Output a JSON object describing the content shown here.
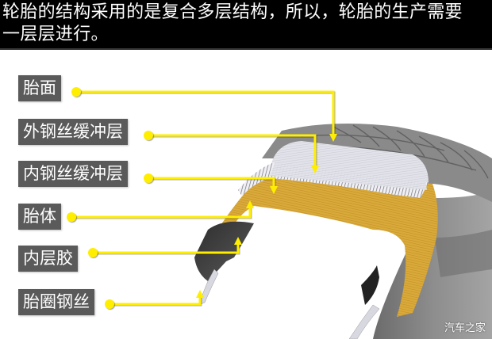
{
  "header": {
    "line1": "轮胎的结构采用的是复合多层结构，所以，轮胎的生产需要",
    "line2": "一层层进行。"
  },
  "labels": [
    {
      "id": "tread",
      "text": "胎面"
    },
    {
      "id": "outer-steel-belt",
      "text": "外钢丝缓冲层"
    },
    {
      "id": "inner-steel-belt",
      "text": "内钢丝缓冲层"
    },
    {
      "id": "carcass",
      "text": "胎体"
    },
    {
      "id": "inner-liner",
      "text": "内层胶"
    },
    {
      "id": "bead-wire",
      "text": "胎圈钢丝"
    }
  ],
  "colors": {
    "leader": "#ffee00",
    "label_bg": "#5a5a5a",
    "carcass": "#d9a93a",
    "tread": "#8a8a8a",
    "belt": "#dcdce4"
  },
  "watermark": "汽车之家"
}
